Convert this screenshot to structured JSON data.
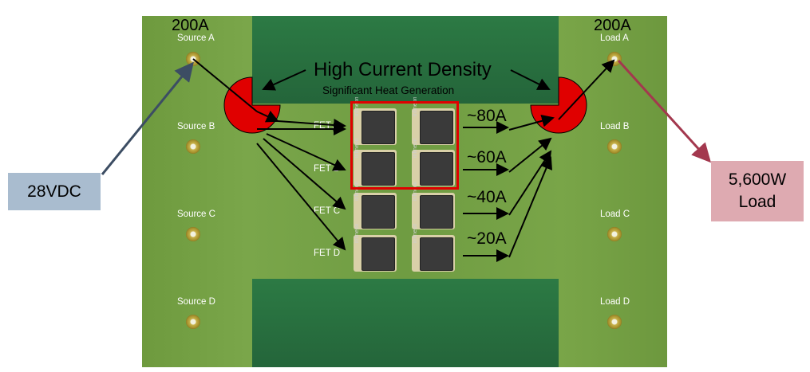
{
  "current_left": "200A",
  "current_right": "200A",
  "sources": [
    "Source A",
    "Source B",
    "Source C",
    "Source D"
  ],
  "loads": [
    "Load A",
    "Load B",
    "Load C",
    "Load D"
  ],
  "fets": [
    "FET A",
    "FET B",
    "FET C",
    "FET D"
  ],
  "fet_currents": [
    "~80A",
    "~60A",
    "~40A",
    "~20A"
  ],
  "density_label": "High Current Density",
  "heat_label": "Significant Heat Generation",
  "voltage_callout": "28VDC",
  "load_callout_line1": "5,600W",
  "load_callout_line2": "Load",
  "chip_brand": "infineon",
  "colors": {
    "hotspot": "#e00000",
    "voltage_box": "#a9bccf",
    "load_box": "#deaab1"
  }
}
